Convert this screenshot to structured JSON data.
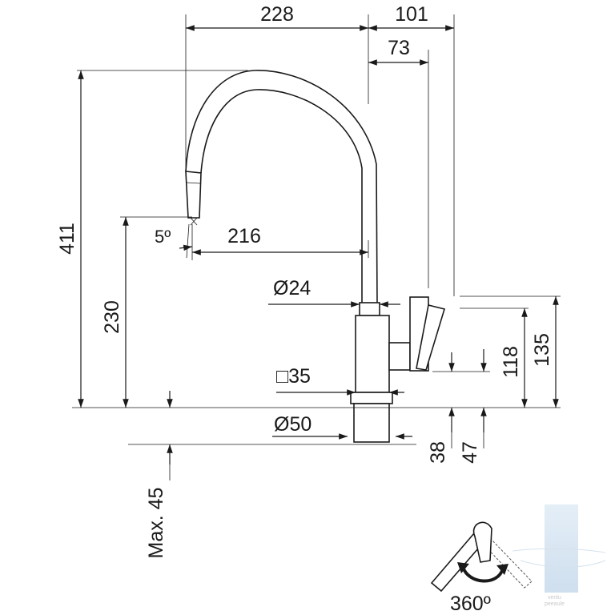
{
  "dimensions": {
    "width_228": "228",
    "width_101": "101",
    "width_73": "73",
    "height_411": "411",
    "angle_5": "5º",
    "reach_216": "216",
    "height_230": "230",
    "dia_24": "Ø24",
    "square_35": "□35",
    "dia_50": "Ø50",
    "max_45": "Max. 45",
    "dim_38": "38",
    "dim_47": "47",
    "dim_118": "118",
    "dim_135": "135",
    "rotation_360": "360º"
  },
  "watermark": {
    "text_top": "venlu",
    "text_bottom": "peeaule"
  },
  "colors": {
    "line": "#1a1a1a",
    "background": "#ffffff",
    "watermark": "#c8d8e8"
  }
}
